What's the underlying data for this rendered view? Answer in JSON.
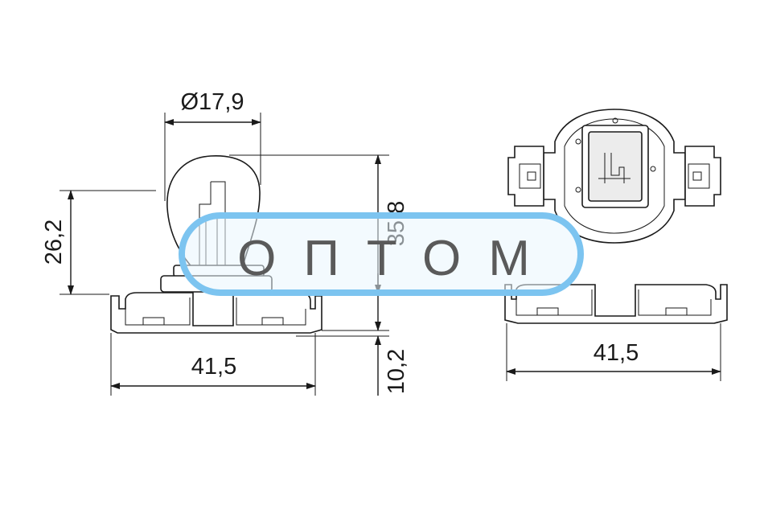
{
  "dimensions": {
    "bulb_diameter": "Ø17,9",
    "height_total": "35,8",
    "height_reference": "26,2",
    "width_left": "41,5",
    "base_height": "10,2",
    "width_right": "41,5"
  },
  "watermark": {
    "text": "ОПТОМ",
    "color": "#7cc4f0"
  }
}
